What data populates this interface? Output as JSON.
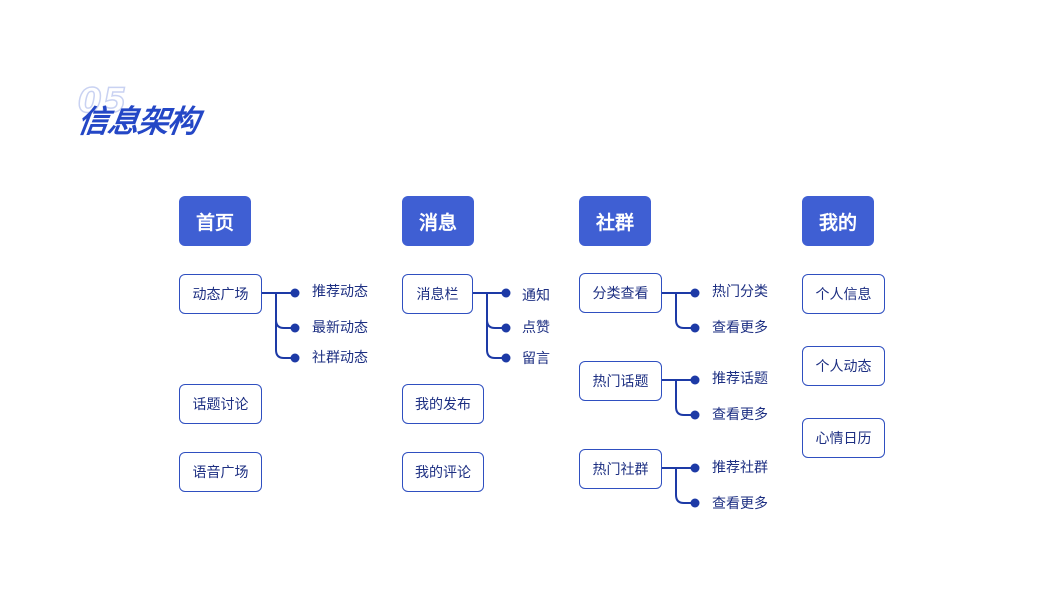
{
  "title": {
    "number": "05",
    "text": "信息架构"
  },
  "colors": {
    "accent": "#3f5fd3",
    "line": "#1d3aa6",
    "text": "#1d2f82"
  },
  "columns": [
    {
      "header": "首页",
      "nodes": [
        {
          "label": "动态广场",
          "children": [
            "推荐动态",
            "最新动态",
            "社群动态"
          ]
        },
        {
          "label": "话题讨论",
          "children": []
        },
        {
          "label": "语音广场",
          "children": []
        }
      ]
    },
    {
      "header": "消息",
      "nodes": [
        {
          "label": "消息栏",
          "children": [
            "通知",
            "点赞",
            "留言"
          ]
        },
        {
          "label": "我的发布",
          "children": []
        },
        {
          "label": "我的评论",
          "children": []
        }
      ]
    },
    {
      "header": "社群",
      "nodes": [
        {
          "label": "分类查看",
          "children": [
            "热门分类",
            "查看更多"
          ]
        },
        {
          "label": "热门话题",
          "children": [
            "推荐话题",
            "查看更多"
          ]
        },
        {
          "label": "热门社群",
          "children": [
            "推荐社群",
            "查看更多"
          ]
        }
      ]
    },
    {
      "header": "我的",
      "nodes": [
        {
          "label": "个人信息",
          "children": []
        },
        {
          "label": "个人动态",
          "children": []
        },
        {
          "label": "心情日历",
          "children": []
        }
      ]
    }
  ]
}
